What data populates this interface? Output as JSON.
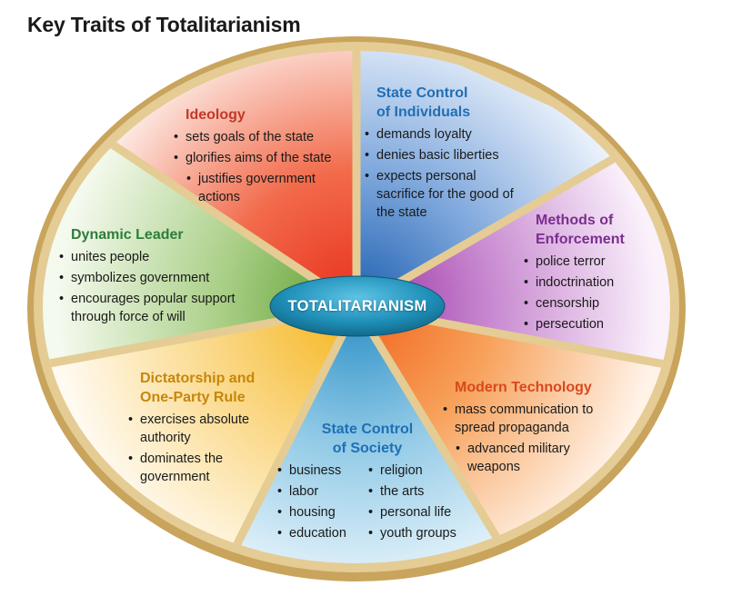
{
  "title": "Key Traits of Totalitarianism",
  "center": "TOTALITARIANISM",
  "colors": {
    "ideology": "#c0392b",
    "state_control_individuals": "#1f6fb5",
    "methods_enforcement": "#7b2e8f",
    "modern_technology": "#d9481e",
    "state_control_society": "#1f6fb5",
    "dictatorship": "#c8860a",
    "dynamic_leader": "#2e7d3a",
    "center_fill": "#1e8fb8"
  },
  "segments": {
    "ideology": {
      "heading": "Ideology",
      "items": [
        "sets goals of the state",
        "glorifies aims of the state",
        "justifies government actions"
      ]
    },
    "state_control_individuals": {
      "heading_line1": "State Control",
      "heading_line2": "of Individuals",
      "items": [
        "demands loyalty",
        "denies basic liberties",
        "expects personal sacrifice for the good of the state"
      ]
    },
    "methods_enforcement": {
      "heading_line1": "Methods of",
      "heading_line2": "Enforcement",
      "items": [
        "police terror",
        "indoctrination",
        "censorship",
        "persecution"
      ]
    },
    "modern_technology": {
      "heading": "Modern Technology",
      "items": [
        "mass communication to spread propaganda",
        "advanced military weapons"
      ]
    },
    "state_control_society": {
      "heading_line1": "State Control",
      "heading_line2": "of Society",
      "col1": [
        "business",
        "labor",
        "housing",
        "education"
      ],
      "col2": [
        "religion",
        "the arts",
        "personal life",
        "youth groups"
      ]
    },
    "dictatorship": {
      "heading_line1": "Dictatorship and",
      "heading_line2": "One-Party Rule",
      "items": [
        "exercises absolute authority",
        "dominates the government"
      ]
    },
    "dynamic_leader": {
      "heading": "Dynamic Leader",
      "items": [
        "unites people",
        "symbolizes government",
        "encourages popular support through force of will"
      ]
    }
  }
}
